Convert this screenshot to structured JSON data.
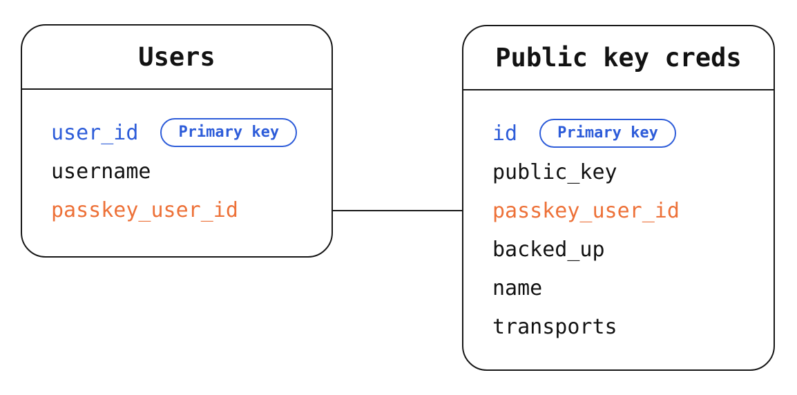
{
  "diagram": {
    "colors": {
      "field_blue": "#2d5cd9",
      "field_orange": "#ed7138",
      "line_black": "#161616"
    },
    "relationship": {
      "from_table": "Users",
      "from_field": "passkey_user_id",
      "to_table": "Public key creds",
      "to_field": "passkey_user_id"
    },
    "tables": [
      {
        "name": "Users",
        "fields": [
          {
            "name": "user_id",
            "color": "blue",
            "badge": "Primary key"
          },
          {
            "name": "username",
            "color": "black"
          },
          {
            "name": "passkey_user_id",
            "color": "orange"
          }
        ]
      },
      {
        "name": "Public key creds",
        "fields": [
          {
            "name": "id",
            "color": "blue",
            "badge": "Primary key"
          },
          {
            "name": "public_key",
            "color": "black"
          },
          {
            "name": "passkey_user_id",
            "color": "orange"
          },
          {
            "name": "backed_up",
            "color": "black"
          },
          {
            "name": "name",
            "color": "black"
          },
          {
            "name": "transports",
            "color": "black"
          }
        ]
      }
    ]
  }
}
